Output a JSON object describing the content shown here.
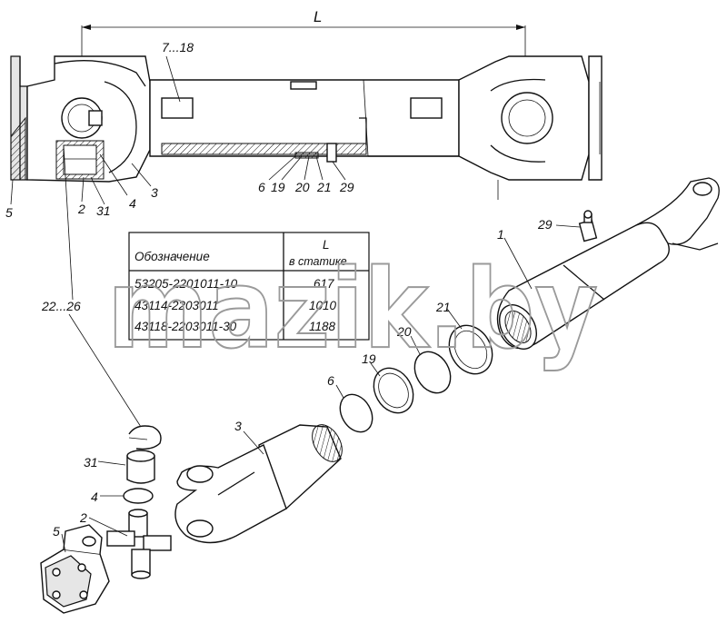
{
  "dimension_label": "L",
  "corner_mark": "",
  "watermark": "mazik.by",
  "table": {
    "header_designation": "Обозначение",
    "header_length_symbol": "L",
    "header_length_note": "в статике",
    "rows": [
      {
        "designation": "53205-2201011-10",
        "length": "617"
      },
      {
        "designation": "43114-2203011",
        "length": "1010"
      },
      {
        "designation": "43118-2203011-30",
        "length": "1188"
      }
    ]
  },
  "section_labels": {
    "p7_18": "7...18",
    "p5": "5",
    "p2": "2",
    "p31": "31",
    "p4": "4",
    "p3": "3",
    "p6": "6",
    "p19": "19",
    "p20": "20",
    "p21": "21",
    "p29": "29"
  },
  "exploded_labels": {
    "p1": "1",
    "p29": "29",
    "p21": "21",
    "p20": "20",
    "p19": "19",
    "p6": "6",
    "p3": "3",
    "p22_26": "22...26",
    "p31": "31",
    "p4": "4",
    "p2": "2",
    "p5": "5"
  }
}
